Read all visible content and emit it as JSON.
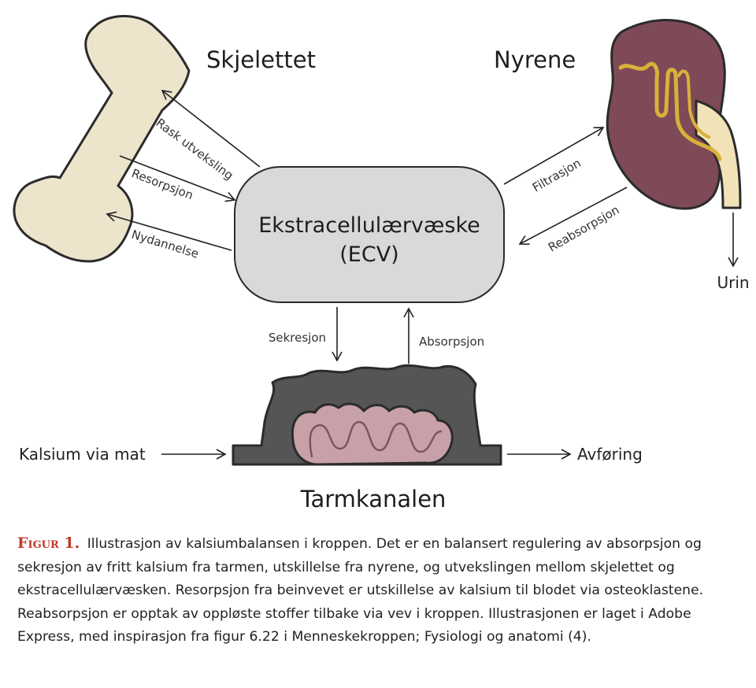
{
  "nodes": {
    "skeleton": "Skjelettet",
    "kidneys": "Nyrene",
    "ecv_line1": "Ekstracellulærvæske",
    "ecv_line2": "(ECV)",
    "intestine": "Tarmkanalen"
  },
  "edges": {
    "rapid_exchange": "Rask utveksling",
    "resorption": "Resorpsjon",
    "new_formation": "Nydannelse",
    "filtration": "Filtrasjon",
    "reabsorption": "Reabsorpsjon",
    "secretion": "Sekresjon",
    "absorption": "Absorpsjon",
    "urine": "Urin",
    "calcium_food": "Kalsium via mat",
    "feces": "Avføring"
  },
  "caption": {
    "label": "Figur 1.",
    "text": "Illustrasjon av kalsiumbalansen i kroppen. Det er en balansert regulering av absorpsjon og sekresjon av fritt kalsium fra tarmen, utskillelse fra nyrene, og utvekslingen mellom skjelettet og ekstracellulærvæsken. Resorpsjon fra beinvevet er utskillelse av kalsium til blodet via osteoklastene. Reabsorpsjon er opptak av oppløste stoffer tilbake via vev i kroppen. Illustrasjonen er laget i Adobe Express, med inspirasjon fra figur 6.22 i Menneskekroppen; Fysiologi og anatomi (4)."
  },
  "colors": {
    "bone": "#ede4cc",
    "kidney": "#7e4a57",
    "ureter": "#f1e2b8",
    "tubule": "#d9b13a",
    "ecv_box": "#d9d9d9",
    "gut_outer": "#555555",
    "gut_inner": "#c7a0a8",
    "caption_label": "#c0392b"
  },
  "icons": [
    "bone-illustration",
    "kidney-illustration",
    "intestine-illustration"
  ]
}
